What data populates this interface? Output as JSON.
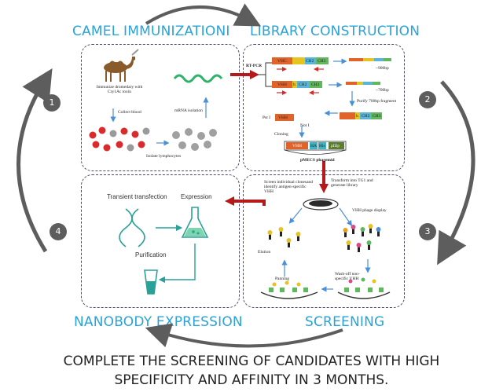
{
  "headings": {
    "camel": "CAMEL IMMUNIZATIONI",
    "library": "LIBRARY CONSTRUCTION",
    "nanobody": "NANOBODY EXPRESSION",
    "screening": "SCREENING"
  },
  "steps": [
    "1",
    "2",
    "3",
    "4"
  ],
  "camel_panel": {
    "immunize": "Immunize dromedary with Cry1Ac toxin",
    "collect": "Collect blood",
    "isolate": "Isolate lymphocytes",
    "mrna": "mRNA isolation"
  },
  "library_panel": {
    "rtpcr": "RT-PCR",
    "seg_vhc": "VHC",
    "seg_ch2": "CH2",
    "seg_ch3": "CH3",
    "seg_vhh": "VHH",
    "seg_h": "h",
    "seg_ch2_b": "CH2",
    "seg_ch3_b": "CH3",
    "bp900": "~900bp",
    "bp700": "~700bp",
    "purify": "Purify 700bp fragment",
    "pst": "Pst I",
    "not": "Not I",
    "seg_vhh2": "VHH",
    "seg_h2": "h",
    "seg_ch2_c": "CH2",
    "seg_ch3_c": "CH3",
    "cloning": "Cloning",
    "vec_vhh": "VHH",
    "vec_ha": "HA",
    "vec_his": "His",
    "vec_piii": "pIIIp",
    "phagemid": "pMECS phagemid"
  },
  "screening_panel": {
    "transform": "Transform into TG1 and generate library",
    "screen": "Screen individual clonesand identify antigen-specific VHH",
    "display": "VHH phage display",
    "elution": "Elution",
    "panning": "Panning",
    "wash": "Wash-off non-specific VHH"
  },
  "nanobody_panel": {
    "transient": "Transient transfection",
    "expression": "Expression",
    "purification": "Purification"
  },
  "caption": {
    "line1": "COMPLETE THE SCREENING OF CANDIDATES WITH HIGH",
    "line2": "SPECIFICITY AND AFFINITY IN 3 MONTHS."
  },
  "colors": {
    "heading": "#2aa3d6",
    "cycle_arrow": "#5d5d5d",
    "flow_arrow": "#b41a1a",
    "inner_arrow": "#4a90d9",
    "dna": "#2fb36a",
    "teal": "#2aa198"
  }
}
